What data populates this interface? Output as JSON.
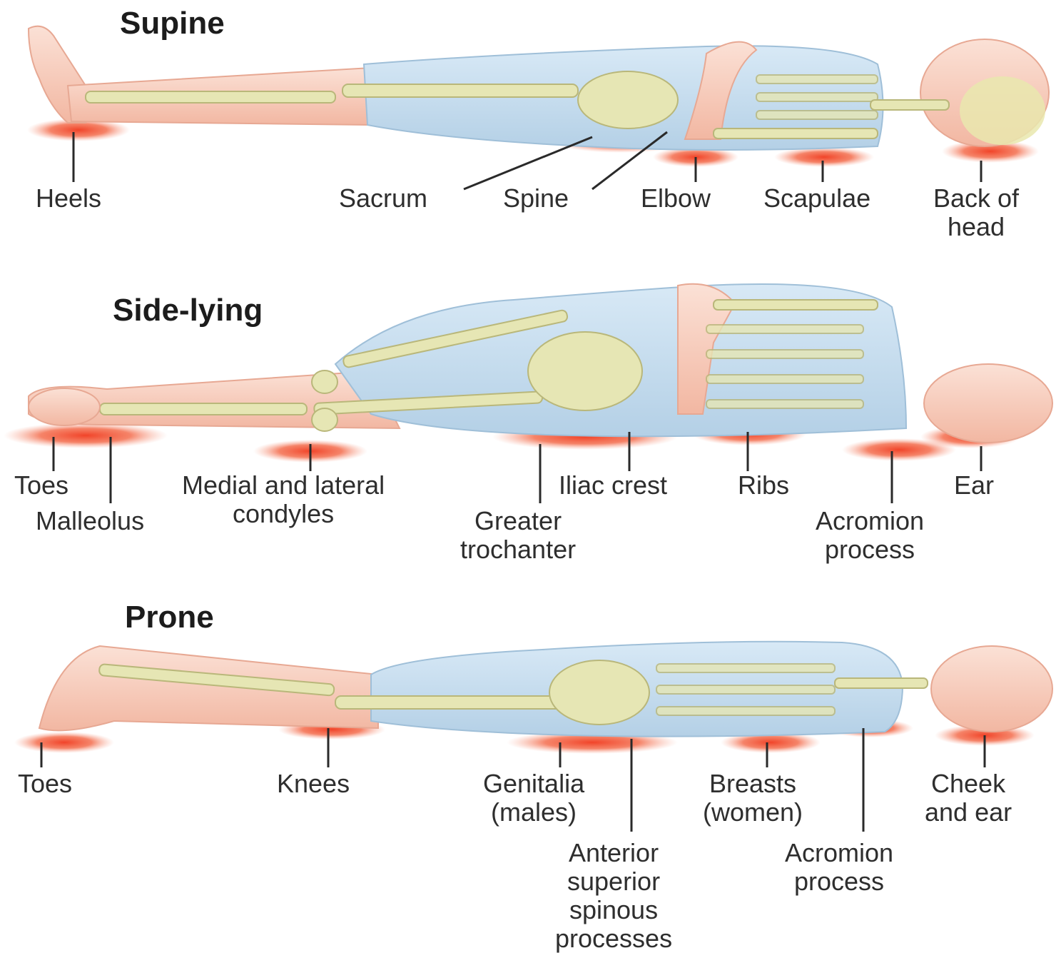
{
  "sections": {
    "supine": {
      "title": "Supine",
      "labels": {
        "heels": "Heels",
        "sacrum": "Sacrum",
        "spine": "Spine",
        "elbow": "Elbow",
        "scapulae": "Scapulae",
        "back_of_head_1": "Back of",
        "back_of_head_2": "head"
      }
    },
    "side_lying": {
      "title": "Side-lying",
      "labels": {
        "toes": "Toes",
        "malleolus": "Malleolus",
        "condyles_1": "Medial and lateral",
        "condyles_2": "condyles",
        "greater_trochanter_1": "Greater",
        "greater_trochanter_2": "trochanter",
        "iliac_crest": "Iliac crest",
        "ribs": "Ribs",
        "acromion_1": "Acromion",
        "acromion_2": "process",
        "ear": "Ear"
      }
    },
    "prone": {
      "title": "Prone",
      "labels": {
        "toes": "Toes",
        "knees": "Knees",
        "genitalia_1": "Genitalia",
        "genitalia_2": "(males)",
        "asis_1": "Anterior",
        "asis_2": "superior",
        "asis_3": "spinous",
        "asis_4": "processes",
        "breasts_1": "Breasts",
        "breasts_2": "(women)",
        "acromion_1": "Acromion",
        "acromion_2": "process",
        "cheek_1": "Cheek",
        "cheek_2": "and ear"
      }
    }
  },
  "colors": {
    "pressure": "#f03a1e",
    "skin": "#f6c3b0",
    "clothing": "#c4dcef",
    "bone": "#e6e6b4",
    "leader_line": "#2a2a2a"
  }
}
